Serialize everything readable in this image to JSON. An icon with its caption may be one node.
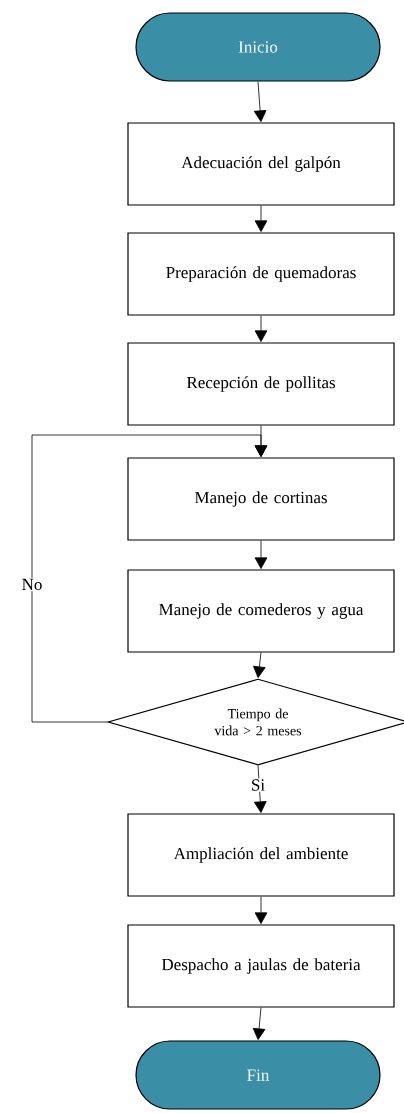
{
  "diagram": {
    "nodes": [
      {
        "text": [
          "Inicio"
        ]
      },
      {
        "text": [
          "Adecuación del galpón"
        ]
      },
      {
        "text": [
          "Preparación de quemadoras"
        ]
      },
      {
        "text": [
          "Recepción de pollitas"
        ]
      },
      {
        "text": [
          "Manejo de cortinas"
        ]
      },
      {
        "text": [
          "Manejo de comederos y agua"
        ]
      },
      {
        "text": [
          "Tiempo de vida > 2 meses"
        ]
      },
      {
        "text": [
          "Ampliación del ambiente"
        ]
      },
      {
        "text": [
          "Despacho a jaulas de bateria"
        ]
      },
      {
        "text": [
          "Fin"
        ]
      }
    ],
    "edges": [
      {
        "from": 0,
        "to": 1,
        "arrow": "to"
      },
      {
        "from": 1,
        "to": 2,
        "arrow": "to"
      },
      {
        "from": 2,
        "to": 3,
        "arrow": "to"
      },
      {
        "from": 3,
        "to": 4,
        "arrow": "to"
      },
      {
        "from": 4,
        "to": 5,
        "arrow": "to"
      },
      {
        "from": 5,
        "to": 6,
        "arrow": "to"
      },
      {
        "from": 6,
        "to": 4,
        "label": "No",
        "arrow": "to"
      },
      {
        "from": 6,
        "to": 7,
        "label": "Si",
        "arrow": "to"
      },
      {
        "from": 7,
        "to": 8,
        "arrow": "to"
      },
      {
        "from": 8,
        "to": 9,
        "arrow": "to"
      }
    ]
  }
}
